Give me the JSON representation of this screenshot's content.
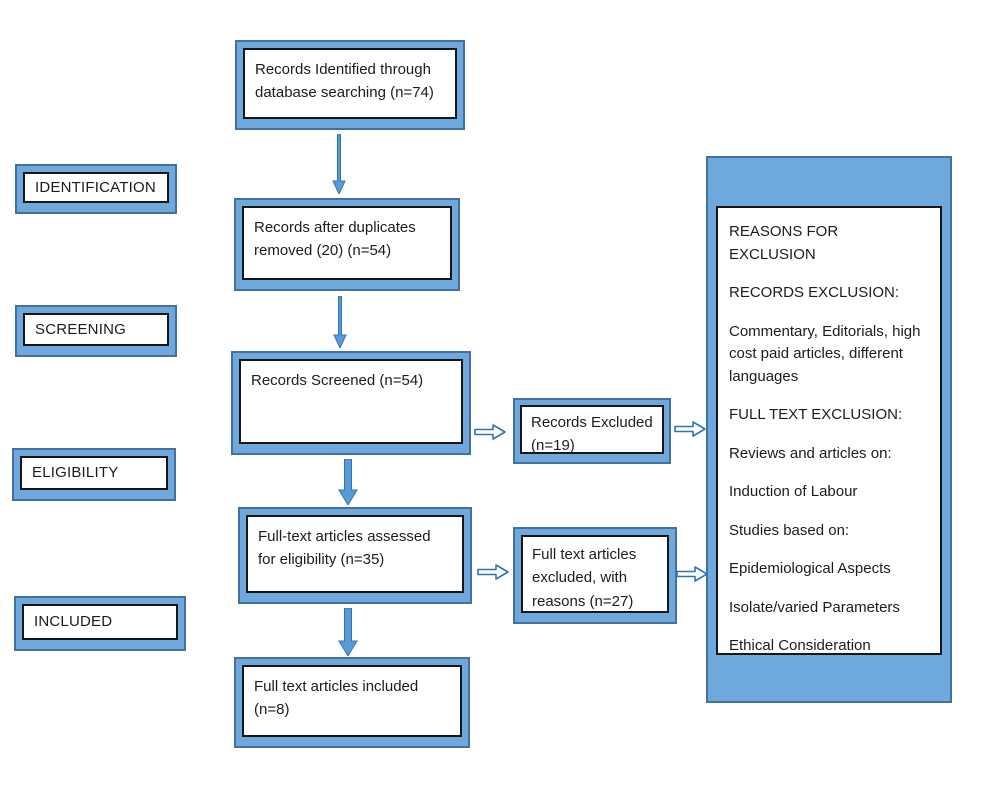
{
  "colors": {
    "frame_fill": "#6fa8dc",
    "frame_border": "#41719c",
    "inner_border": "#161616",
    "arrow_fill": "#5b9bd5",
    "arrow_stroke": "#2e75b6",
    "text": "#1c1c1c"
  },
  "stages": [
    {
      "label": "IDENTIFICATION"
    },
    {
      "label": "SCREENING"
    },
    {
      "label": "ELIGIBILITY"
    },
    {
      "label": "INCLUDED"
    }
  ],
  "nodes": {
    "identified": {
      "text": "Records Identified through database searching (n=74)"
    },
    "deduplicated": {
      "text": "Records after duplicates removed (20) (n=54)"
    },
    "screened": {
      "text": "Records Screened (n=54)"
    },
    "eligibility": {
      "text": "Full-text articles assessed for eligibility (n=35)"
    },
    "included": {
      "text": "Full text articles included (n=8)"
    },
    "records_excluded": {
      "text": "Records Excluded (n=19)"
    },
    "fulltext_excluded": {
      "text": "Full text articles excluded, with reasons (n=27)"
    }
  },
  "exclusion_panel": {
    "lines": [
      "REASONS FOR EXCLUSION",
      "RECORDS EXCLUSION:",
      "Commentary, Editorials, high cost paid articles, different languages",
      "FULL TEXT EXCLUSION:",
      "Reviews and articles on:",
      "Induction of Labour",
      "Studies based on:",
      "Epidemiological Aspects",
      "Isolate/varied Parameters",
      "Ethical Consideration"
    ]
  }
}
